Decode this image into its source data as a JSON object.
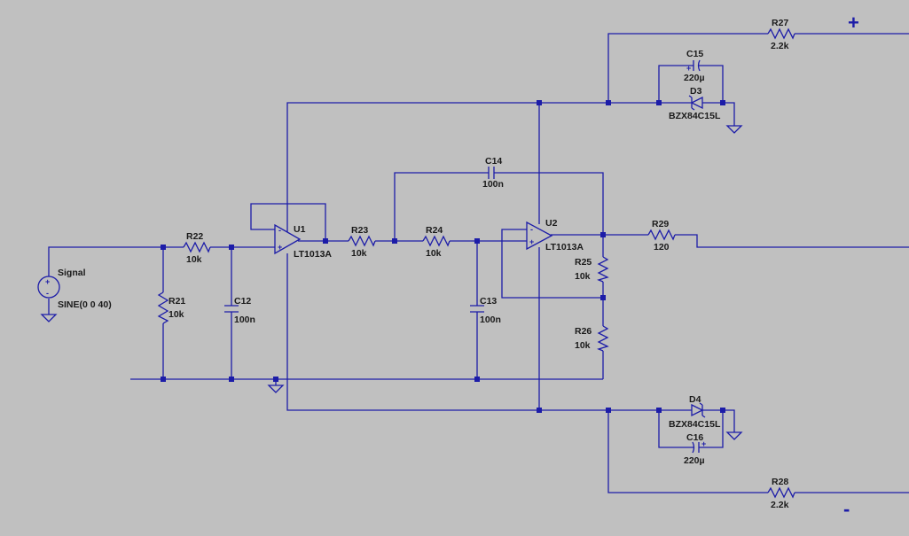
{
  "components": {
    "signal": {
      "name": "Signal",
      "value": "SINE(0 0 40)"
    },
    "r21": {
      "name": "R21",
      "value": "10k"
    },
    "r22": {
      "name": "R22",
      "value": "10k"
    },
    "c12": {
      "name": "C12",
      "value": "100n"
    },
    "u1": {
      "name": "U1",
      "value": "LT1013A"
    },
    "r23": {
      "name": "R23",
      "value": "10k"
    },
    "r24": {
      "name": "R24",
      "value": "10k"
    },
    "c13": {
      "name": "C13",
      "value": "100n"
    },
    "c14": {
      "name": "C14",
      "value": "100n"
    },
    "u2": {
      "name": "U2",
      "value": "LT1013A"
    },
    "r25": {
      "name": "R25",
      "value": "10k"
    },
    "r26": {
      "name": "R26",
      "value": "10k"
    },
    "r29": {
      "name": "R29",
      "value": "120"
    },
    "r27": {
      "name": "R27",
      "value": "2.2k"
    },
    "r28": {
      "name": "R28",
      "value": "2.2k"
    },
    "c15": {
      "name": "C15",
      "value": "220µ"
    },
    "c16": {
      "name": "C16",
      "value": "220µ"
    },
    "d3": {
      "name": "D3",
      "value": "BZX84C15L"
    },
    "d4": {
      "name": "D4",
      "value": "BZX84C15L"
    }
  },
  "terminals": {
    "plus": "+",
    "minus": "-"
  },
  "pins": {
    "plus": "+",
    "minus": "-"
  },
  "colors": {
    "background": "#c0c0c0",
    "wire": "#1c1ca8",
    "label": "#1a1a1a"
  }
}
